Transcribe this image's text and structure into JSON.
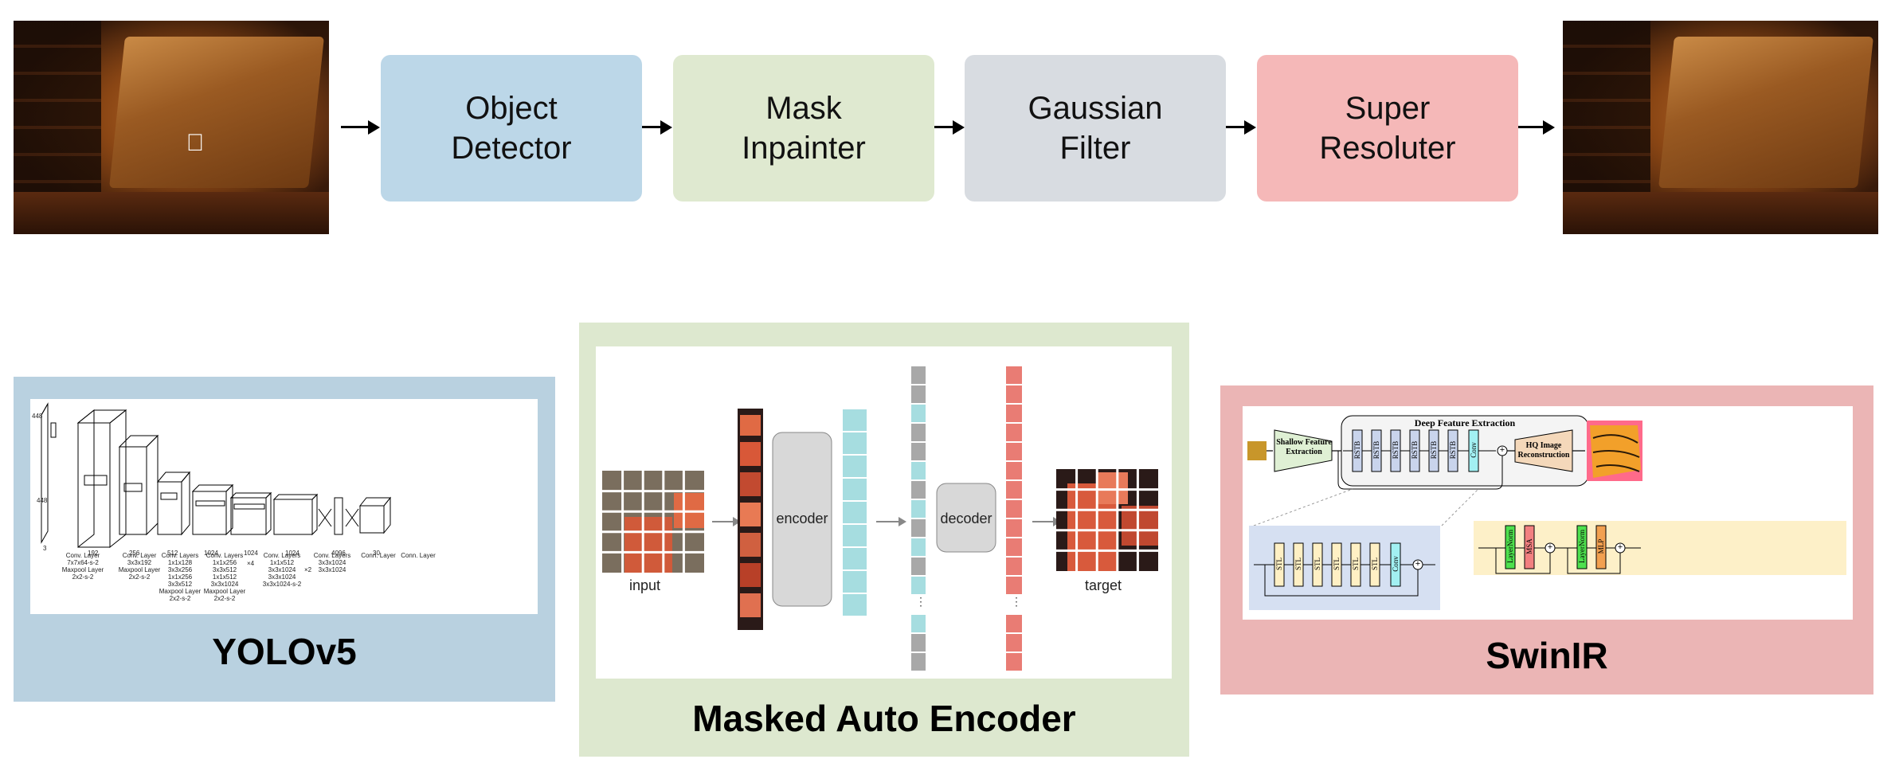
{
  "pipeline": {
    "stages": [
      {
        "label": "Object\nDetector",
        "color": "#bcd7e8"
      },
      {
        "label": "Mask\nInpainter",
        "color": "#dfe9d0"
      },
      {
        "label": "Gaussian\nFilter",
        "color": "#d8dce1"
      },
      {
        "label": "Super\nResoluter",
        "color": "#f5b8b8"
      }
    ]
  },
  "yolo": {
    "title": "YOLOv5",
    "bg": "#b9d1e0",
    "input_size": "448",
    "layer_labels": [
      "Conv. Layer\n7x7x64-s-2\nMaxpool Layer\n2x2-s-2",
      "Conv. Layer\n3x3x192\nMaxpool Layer\n2x2-s-2",
      "Conv. Layers\n1x1x128\n3x3x256\n1x1x256\n3x3x512\nMaxpool Layer\n2x2-s-2",
      "Conv. Layers\n1x1x256\n3x3x512\n1x1x512\n3x3x1024\nMaxpool Layer\n2x2-s-2",
      "Conv. Layers\n1x1x512\n3x3x1024\n3x3x1024\n3x3x1024-s-2",
      "Conv. Layers\n3x3x1024\n3x3x1024",
      "Conn. Layer",
      "Conn. Layer"
    ],
    "depths": [
      "3",
      "192",
      "256",
      "512",
      "1024",
      "1024",
      "1024",
      "4096",
      "30"
    ],
    "repeat_a": "×4",
    "repeat_b": "×2"
  },
  "mae": {
    "title": "Masked Auto Encoder",
    "bg": "#dde8cf",
    "input_label": "input",
    "encoder_label": "encoder",
    "decoder_label": "decoder",
    "target_label": "target",
    "ellipsis": "⋮"
  },
  "swinir": {
    "title": "SwinIR",
    "bg": "#ebb5b5",
    "deep_title": "Deep Feature Extraction",
    "shallow_label": "Shallow Feature\nExtraction",
    "hq_label": "HQ Image\nReconstruction",
    "rstb_label": "RSTB",
    "conv_label": "Conv",
    "stl_label": "STL",
    "layernorm_label": "LayerNorm",
    "msa_label": "MSA",
    "mlp_label": "MLP",
    "plus": "+"
  }
}
